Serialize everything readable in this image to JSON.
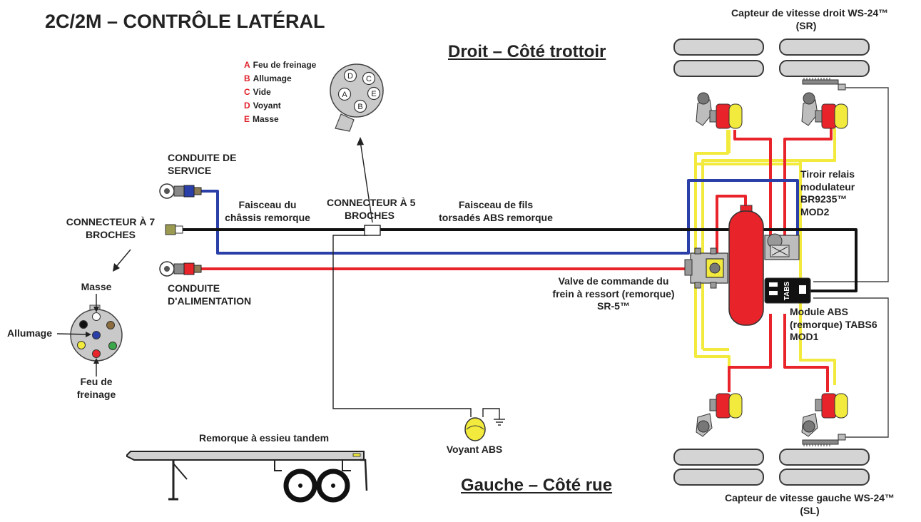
{
  "title": "2C/2M – CONTRÔLE LATÉRAL",
  "sides": {
    "right": "Droit – Côté trottoir",
    "left": "Gauche – Côté rue"
  },
  "sensors": {
    "right": {
      "line1": "Capteur de vitesse droit WS-24™",
      "line2": "(SR)"
    },
    "left": {
      "line1": "Capteur de vitesse gauche WS-24™",
      "line2": "(SL)"
    }
  },
  "pins5": [
    {
      "key": "A",
      "label": "Feu de freinage"
    },
    {
      "key": "B",
      "label": "Allumage"
    },
    {
      "key": "C",
      "label": "Vide"
    },
    {
      "key": "D",
      "label": "Voyant"
    },
    {
      "key": "E",
      "label": "Masse"
    }
  ],
  "labels": {
    "service_line": [
      "CONDUITE DE",
      "SERVICE"
    ],
    "supply_line": [
      "CONDUITE",
      "D'ALIMENTATION"
    ],
    "connector7": [
      "CONNECTEUR À 7",
      "BROCHES"
    ],
    "connector5": [
      "CONNECTEUR À 5",
      "BROCHES"
    ],
    "chassis_harness": [
      "Faisceau du",
      "châssis remorque"
    ],
    "abs_harness": [
      "Faisceau de fils",
      "torsadés ABS remorque"
    ],
    "relay_valve": [
      "Tiroir relais",
      "modulateur",
      "BR9235™",
      "MOD2"
    ],
    "spring_valve": [
      "Valve de commande du",
      "frein à ressort (remorque)",
      "SR-5™"
    ],
    "abs_module": [
      "Module ABS",
      "(remorque) TABS6",
      "MOD1"
    ],
    "abs_lamp": "Voyant ABS",
    "trailer": "Remorque à essieu tandem",
    "plug7_top": "Masse",
    "plug7_left": "Allumage",
    "plug7_bottom": [
      "Feu de",
      "freinage"
    ],
    "tabs_text": "TABS"
  },
  "colors": {
    "service": "#2b3fa8",
    "supply": "#e8232a",
    "harness": "#111111",
    "sensor_wire": "#f2ea3c",
    "tank": "#e8232a",
    "pin_key": "#e0202a"
  }
}
